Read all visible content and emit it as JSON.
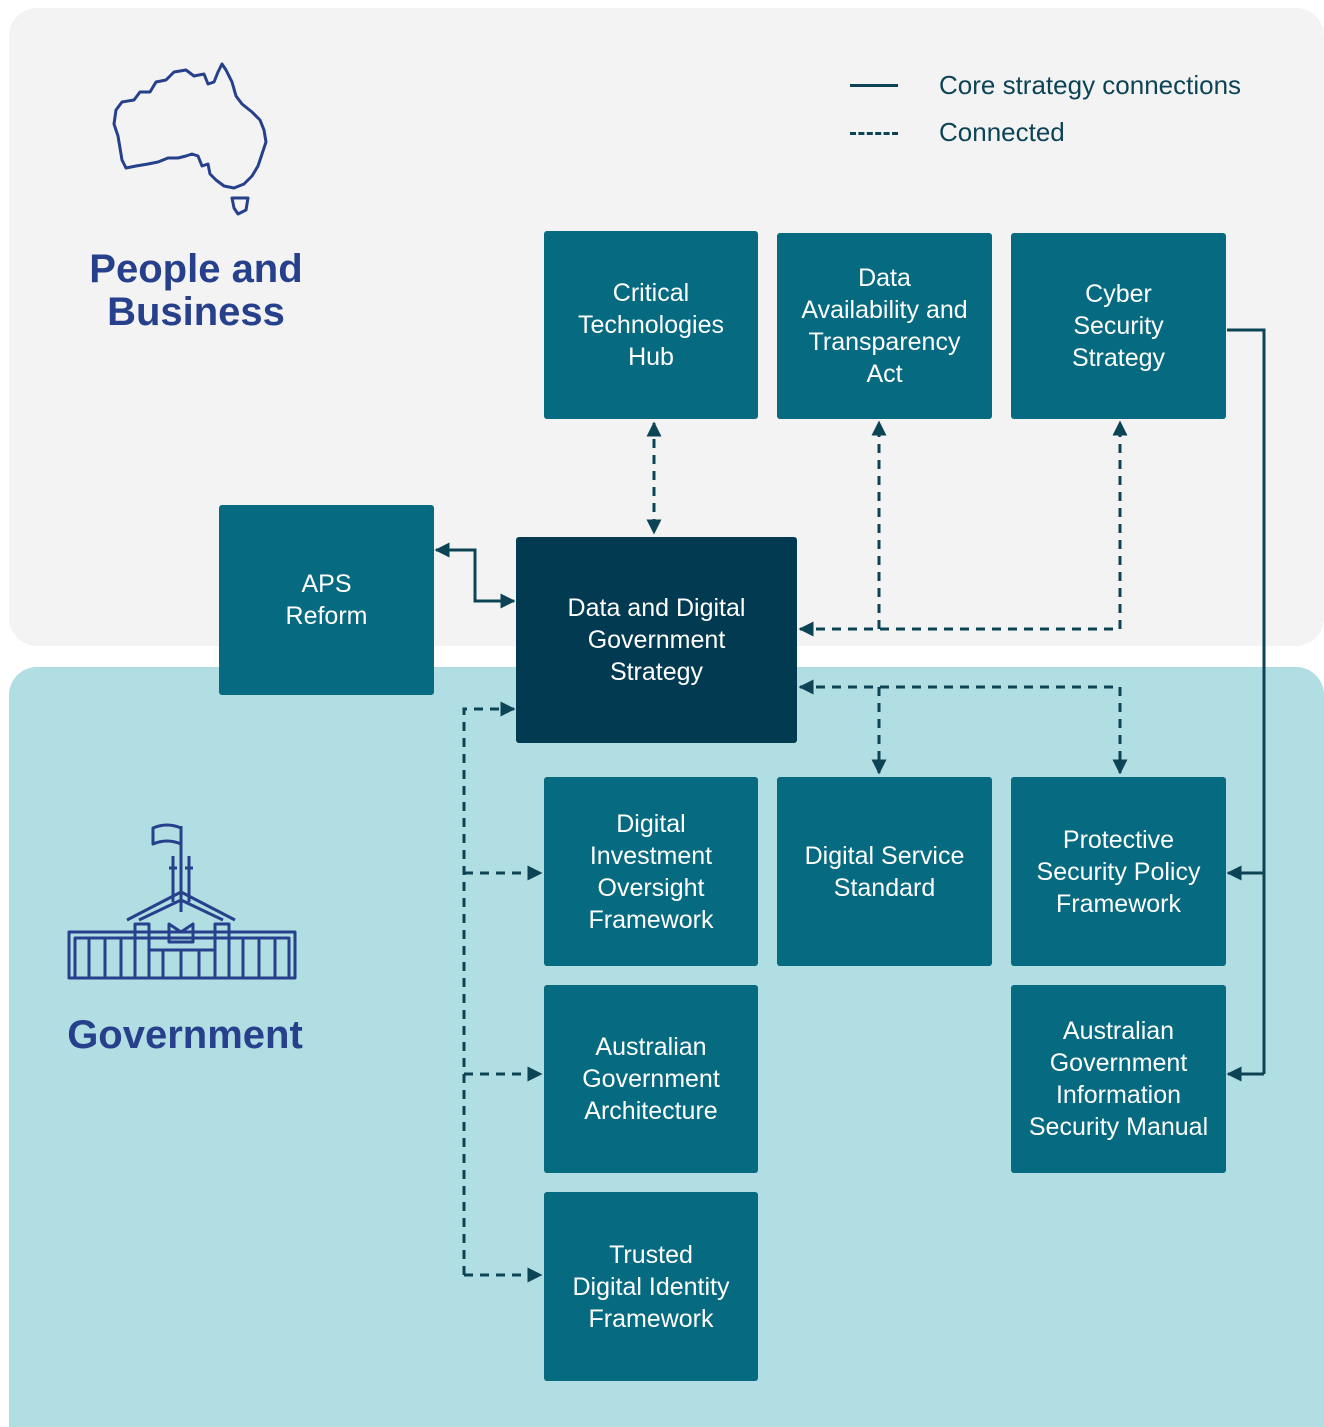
{
  "zones": {
    "people": {
      "title": "People and\nBusiness"
    },
    "government": {
      "title": "Government"
    }
  },
  "legend": {
    "solid": "Core strategy connections",
    "dashed": "Connected"
  },
  "nodes": {
    "critical_tech_hub": "Critical\nTechnologies\nHub",
    "data_availability_act": "Data\nAvailability and\nTransparency\nAct",
    "cyber_security_strategy": "Cyber\nSecurity\nStrategy",
    "aps_reform": "APS\nReform",
    "ddg_strategy": "Data and Digital\nGovernment\nStrategy",
    "digital_investment_oversight": "Digital\nInvestment\nOversight\nFramework",
    "digital_service_standard": "Digital Service\nStandard",
    "protective_security_policy": "Protective\nSecurity Policy\nFramework",
    "australian_gov_architecture": "Australian\nGovernment\nArchitecture",
    "ism": "Australian\nGovernment\nInformation\nSecurity Manual",
    "trusted_digital_identity": "Trusted\nDigital Identity\nFramework"
  },
  "icons": {
    "people": "australia-map-icon",
    "government": "parliament-house-icon"
  },
  "colors": {
    "node": "#066a80",
    "central_node": "#023a52",
    "connector": "#0c4456",
    "title": "#26408b",
    "people_zone": "#f3f3f3",
    "government_zone": "#b0dee3"
  }
}
